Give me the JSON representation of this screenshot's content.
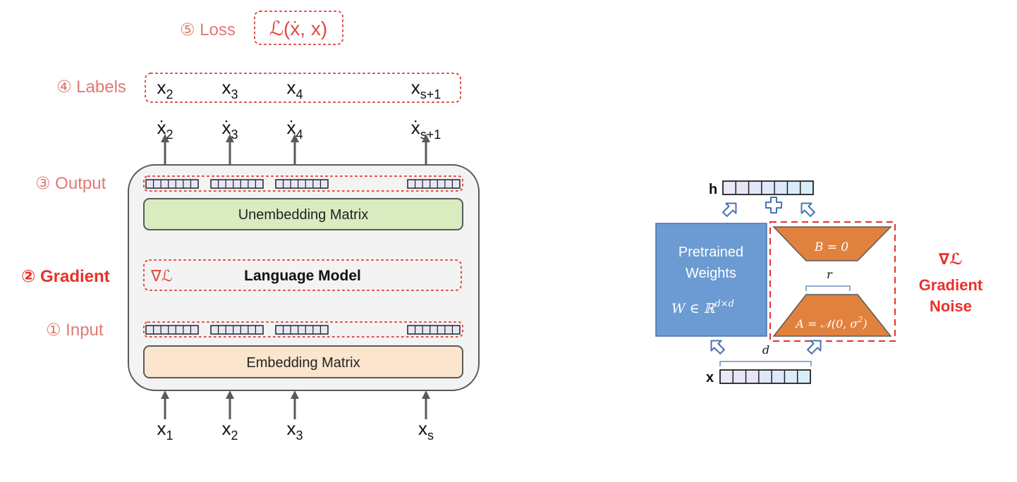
{
  "colors": {
    "accent_red": "#e04a43",
    "label_red": "#e07a74",
    "gradient_red": "#e8312a",
    "box_grey": "#f3f3f3",
    "unembed_green": "#d9ecc0",
    "embed_orange": "#fbe5cd",
    "weights_blue": "#6b9bd2",
    "lora_orange": "#e0813e",
    "vector_fill": "#e4e8f6",
    "arrow_grey": "#5a5a5a"
  },
  "left": {
    "steps": {
      "loss": "⑤ Loss",
      "labels": "④ Labels",
      "output": "③ Output",
      "gradient": "② Gradient",
      "input": "① Input"
    },
    "loss_formula": "ℒ(ẋ, x)",
    "labels": [
      {
        "base": "x",
        "sub": "2"
      },
      {
        "base": "x",
        "sub": "3"
      },
      {
        "base": "x",
        "sub": "4"
      },
      {
        "base": "x",
        "sub": "s+1"
      }
    ],
    "predictions": [
      {
        "base": "ẋ",
        "sub": "2"
      },
      {
        "base": "ẋ",
        "sub": "3"
      },
      {
        "base": "ẋ",
        "sub": "4"
      },
      {
        "base": "ẋ",
        "sub": "s+1"
      }
    ],
    "inputs": [
      {
        "base": "x",
        "sub": "1"
      },
      {
        "base": "x",
        "sub": "2"
      },
      {
        "base": "x",
        "sub": "3"
      },
      {
        "base": "x",
        "sub": "s"
      }
    ],
    "unembedding_label": "Unembedding Matrix",
    "model_label": "Language Model",
    "grad_symbol": "∇ℒ",
    "embedding_label": "Embedding Matrix"
  },
  "right": {
    "h_label": "h",
    "x_label": "x",
    "plus": "+",
    "pretrained_line1": "Pretrained",
    "pretrained_line2": "Weights",
    "weights_formula": "W ∈ ℝ",
    "weights_sup": "d×d",
    "b_formula": "B = 0",
    "a_formula": "A = 𝒩(0, σ",
    "a_sup": "2",
    "a_close": ")",
    "r_label": "r",
    "d_label": "d",
    "grad_symbol": "∇ℒ",
    "grad_line1": "Gradient",
    "grad_line2": "Noise"
  }
}
